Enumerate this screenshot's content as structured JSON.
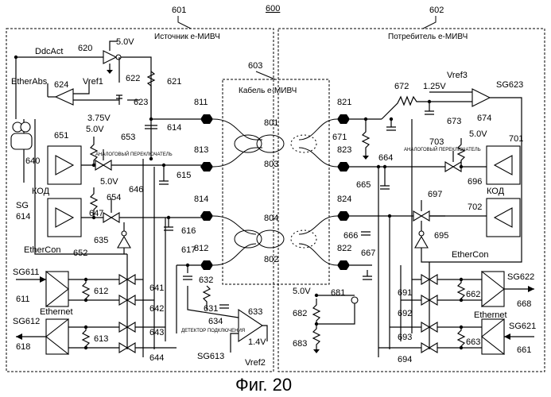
{
  "figure": {
    "number": "600",
    "caption": "Фиг. 20"
  },
  "source": {
    "number": "601",
    "title": "Источник е-МИВЧ",
    "labels": {
      "ddcact": "DdcAct",
      "v50_top": "5.0V",
      "n620": "620",
      "n622": "622",
      "n621": "621",
      "etherabs": "EtherAbs",
      "n624": "624",
      "vref1": "Vref1",
      "n623": "623",
      "v375": "3.75V",
      "v50_a": "5.0V",
      "n651": "651",
      "n653": "653",
      "n614": "614",
      "analog_sw": "АНАЛОГОВЫЙ ПЕРЕКЛЮЧАТЕЛЬ",
      "n640": "640",
      "n615": "615",
      "n646": "646",
      "kod": "КОД",
      "v50_b": "5.0V",
      "n654": "654",
      "sg": "SG",
      "n614b": "614",
      "n647": "647",
      "n635": "635",
      "n616": "616",
      "n652": "652",
      "ethercon": "EtherCon",
      "n617": "617",
      "sg611": "SG611",
      "n611": "611",
      "n612": "612",
      "n641": "641",
      "ethernet": "Ethernet",
      "n642": "642",
      "sg612": "SG612",
      "n613": "613",
      "n643": "643",
      "n618": "618",
      "n644": "644",
      "n632": "632",
      "n631": "631",
      "n633": "633",
      "n634": "634",
      "detector": "ДЕТЕКТОР ПОДКЛЮЧЕНИЯ",
      "sg613": "SG613",
      "v14": "1.4V",
      "vref2": "Vref2"
    }
  },
  "cable": {
    "number": "603",
    "title": "Кабель е-МИВЧ",
    "labels": {
      "n811": "811",
      "n813": "813",
      "n814": "814",
      "n812": "812",
      "n801": "801",
      "n803": "803",
      "n804": "804",
      "n802": "802",
      "n821": "821",
      "n823": "823",
      "n824": "824",
      "n822": "822"
    }
  },
  "sink": {
    "number": "602",
    "title": "Потребитель е-МИВЧ",
    "labels": {
      "vref3": "Vref3",
      "v125": "1.25V",
      "sg623": "SG623",
      "n672": "672",
      "n673": "673",
      "n674": "674",
      "n671": "671",
      "n664": "664",
      "v50": "5.0V",
      "n703": "703",
      "n701": "701",
      "analog_sw": "АНАЛОГОВЫЙ ПЕРЕКЛЮЧАТЕЛЬ",
      "n696": "696",
      "n665": "665",
      "n697": "697",
      "kod": "КОД",
      "n702": "702",
      "n666": "666",
      "n695": "695",
      "n667": "667",
      "ethercon": "EtherCon",
      "v50_b": "5.0V",
      "n681": "681",
      "n682": "682",
      "n683": "683",
      "n691": "691",
      "n662": "662",
      "sg622": "SG622",
      "n668": "668",
      "n692": "692",
      "ethernet": "Ethernet",
      "n693": "693",
      "sg621": "SG621",
      "n663": "663",
      "n694": "694",
      "n661": "661"
    }
  }
}
